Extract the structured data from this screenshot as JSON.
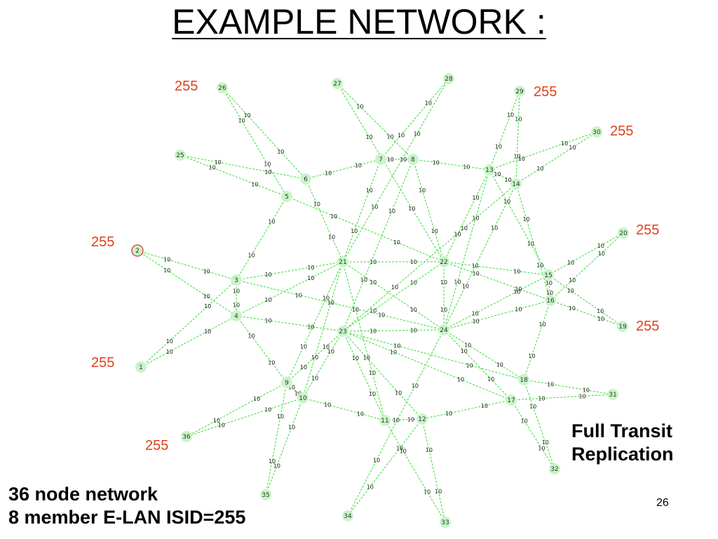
{
  "slide": {
    "title": "EXAMPLE NETWORK :",
    "page_number": "26",
    "transit_label": [
      "Full Transit",
      "Replication"
    ],
    "network_label": [
      "36 node network",
      "8 member E-LAN ISID=255"
    ]
  },
  "colors": {
    "edge": "#33dd33",
    "node_fill": "#c8f5c8",
    "highlight_ring": "#e03a2a",
    "isid_text": "#e0401a"
  },
  "isid_labels": [
    "255",
    "255",
    "255",
    "255",
    "255",
    "255",
    "255",
    "255"
  ],
  "graph": {
    "edge_weight": "10",
    "nodes": [
      {
        "id": "1"
      },
      {
        "id": "2",
        "highlighted": true
      },
      {
        "id": "3"
      },
      {
        "id": "4"
      },
      {
        "id": "5"
      },
      {
        "id": "6"
      },
      {
        "id": "7"
      },
      {
        "id": "8"
      },
      {
        "id": "9"
      },
      {
        "id": "10"
      },
      {
        "id": "11"
      },
      {
        "id": "12"
      },
      {
        "id": "13"
      },
      {
        "id": "14"
      },
      {
        "id": "15"
      },
      {
        "id": "16"
      },
      {
        "id": "17"
      },
      {
        "id": "18"
      },
      {
        "id": "19"
      },
      {
        "id": "20"
      },
      {
        "id": "21"
      },
      {
        "id": "22"
      },
      {
        "id": "23"
      },
      {
        "id": "24"
      },
      {
        "id": "25"
      },
      {
        "id": "26"
      },
      {
        "id": "27"
      },
      {
        "id": "28"
      },
      {
        "id": "29"
      },
      {
        "id": "30"
      },
      {
        "id": "31"
      },
      {
        "id": "32"
      },
      {
        "id": "33"
      },
      {
        "id": "34"
      },
      {
        "id": "35"
      },
      {
        "id": "36"
      }
    ],
    "edges": [
      [
        "26",
        "6"
      ],
      [
        "26",
        "5"
      ],
      [
        "25",
        "6"
      ],
      [
        "25",
        "5"
      ],
      [
        "2",
        "3"
      ],
      [
        "2",
        "4"
      ],
      [
        "1",
        "3"
      ],
      [
        "1",
        "4"
      ],
      [
        "5",
        "3"
      ],
      [
        "5",
        "22"
      ],
      [
        "6",
        "7"
      ],
      [
        "6",
        "21"
      ],
      [
        "7",
        "8"
      ],
      [
        "7",
        "28"
      ],
      [
        "7",
        "21"
      ],
      [
        "8",
        "27"
      ],
      [
        "8",
        "13"
      ],
      [
        "8",
        "23"
      ],
      [
        "8",
        "22"
      ],
      [
        "28",
        "21"
      ],
      [
        "27",
        "22"
      ],
      [
        "13",
        "29"
      ],
      [
        "13",
        "30"
      ],
      [
        "13",
        "14"
      ],
      [
        "13",
        "22"
      ],
      [
        "13",
        "15"
      ],
      [
        "13",
        "24"
      ],
      [
        "14",
        "29"
      ],
      [
        "14",
        "30"
      ],
      [
        "14",
        "23"
      ],
      [
        "14",
        "16"
      ],
      [
        "14",
        "24"
      ],
      [
        "3",
        "21"
      ],
      [
        "3",
        "24"
      ],
      [
        "4",
        "21"
      ],
      [
        "4",
        "23"
      ],
      [
        "3",
        "4"
      ],
      [
        "4",
        "9"
      ],
      [
        "21",
        "22"
      ],
      [
        "21",
        "10"
      ],
      [
        "21",
        "9"
      ],
      [
        "21",
        "24"
      ],
      [
        "21",
        "11"
      ],
      [
        "22",
        "23"
      ],
      [
        "22",
        "15"
      ],
      [
        "22",
        "16"
      ],
      [
        "22",
        "24"
      ],
      [
        "23",
        "24"
      ],
      [
        "23",
        "9"
      ],
      [
        "23",
        "10"
      ],
      [
        "23",
        "11"
      ],
      [
        "23",
        "12"
      ],
      [
        "23",
        "17"
      ],
      [
        "23",
        "18"
      ],
      [
        "24",
        "16"
      ],
      [
        "24",
        "15"
      ],
      [
        "24",
        "18"
      ],
      [
        "24",
        "34"
      ],
      [
        "15",
        "20"
      ],
      [
        "15",
        "19"
      ],
      [
        "16",
        "20"
      ],
      [
        "16",
        "19"
      ],
      [
        "15",
        "16"
      ],
      [
        "16",
        "18"
      ],
      [
        "18",
        "31"
      ],
      [
        "18",
        "32"
      ],
      [
        "17",
        "31"
      ],
      [
        "17",
        "32"
      ],
      [
        "17",
        "12"
      ],
      [
        "17",
        "24"
      ],
      [
        "9",
        "36"
      ],
      [
        "9",
        "10"
      ],
      [
        "9",
        "35"
      ],
      [
        "10",
        "36"
      ],
      [
        "10",
        "35"
      ],
      [
        "10",
        "11"
      ],
      [
        "11",
        "12"
      ],
      [
        "11",
        "33"
      ],
      [
        "12",
        "33"
      ],
      [
        "12",
        "34"
      ]
    ]
  }
}
